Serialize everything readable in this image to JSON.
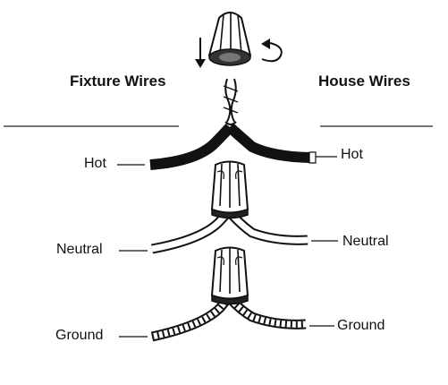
{
  "headings": {
    "left": "Fixture Wires",
    "right": "House Wires"
  },
  "wires": {
    "hot_left": "Hot",
    "hot_right": "Hot",
    "neutral_left": "Neutral",
    "neutral_right": "Neutral",
    "ground_left": "Ground",
    "ground_right": "Ground"
  },
  "icons": {
    "wire_nut": "wire-nut-icon",
    "twist_down": "down-arrow-icon",
    "twist_rotate": "rotate-arrow-icon"
  }
}
